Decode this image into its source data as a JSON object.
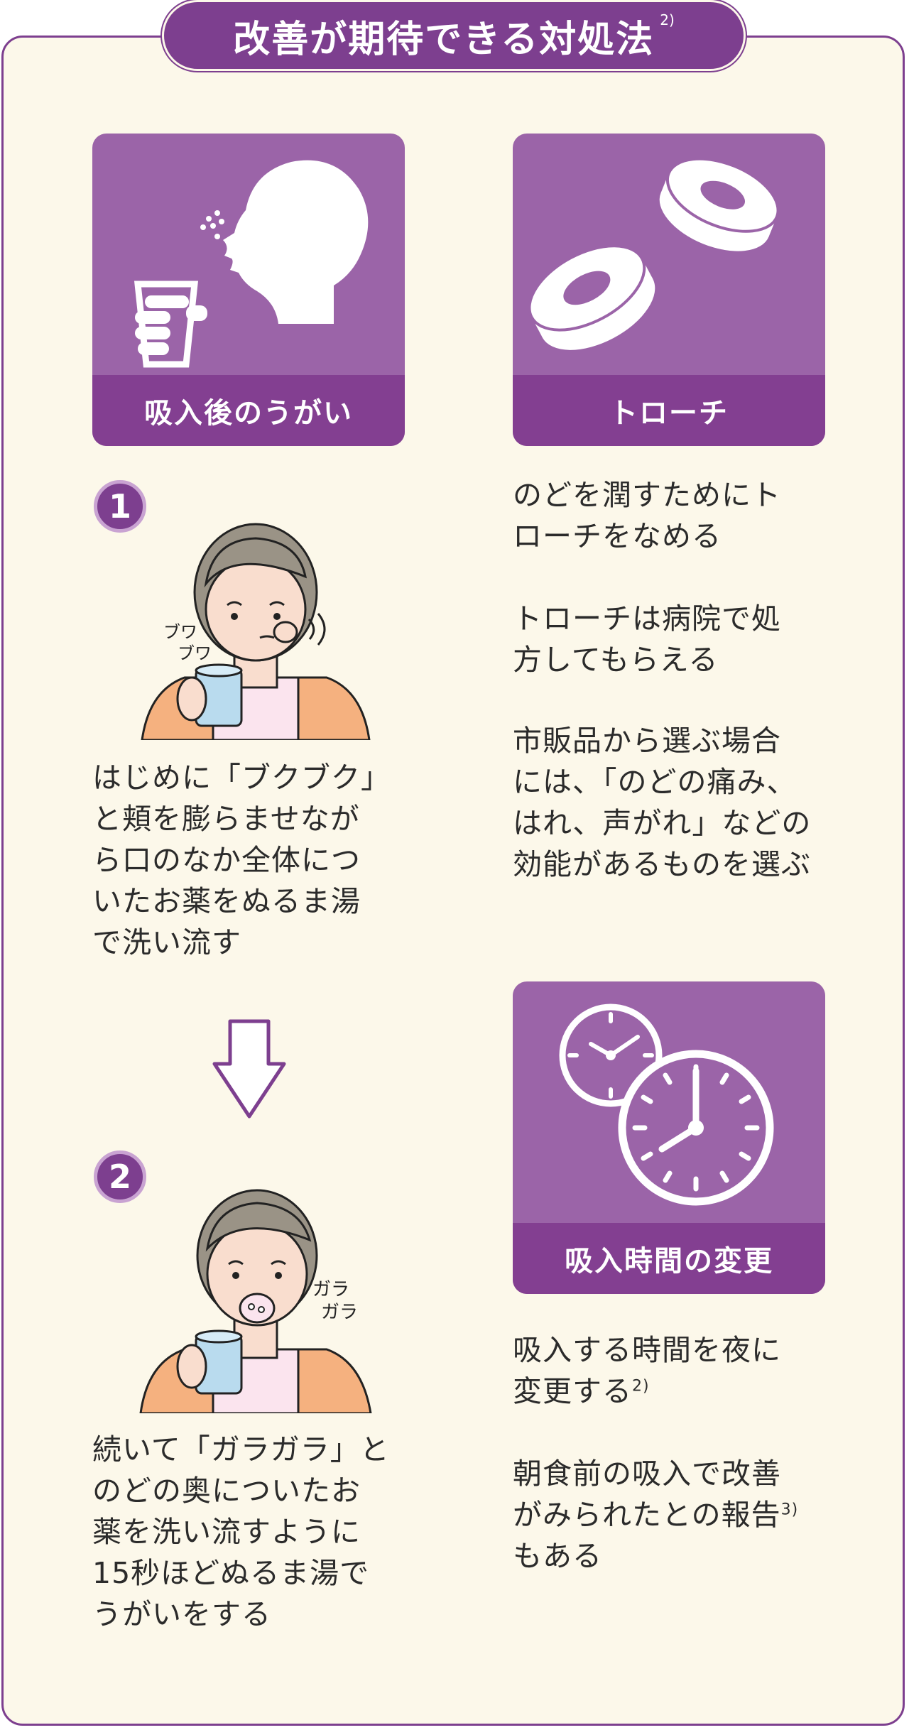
{
  "header": {
    "title": "改善が期待できる対処法",
    "title_ref": "2)"
  },
  "gargle": {
    "card_label": "吸入後のうがい",
    "step1": {
      "number": "1",
      "sfx": [
        "ブワ",
        "ブワ"
      ],
      "text_lines": [
        "はじめに「ブクブク」",
        "と頬を膨らませなが",
        "ら口のなか全体につ",
        "いたお薬をぬるま湯",
        "で洗い流す"
      ]
    },
    "step2": {
      "number": "2",
      "sfx": [
        "ガラ",
        "ガラ"
      ],
      "text_lines": [
        "続いて「ガラガラ」と",
        "のどの奥についたお",
        "薬を洗い流すように",
        "15秒ほどぬるま湯で",
        "うがいをする"
      ]
    }
  },
  "lozenge": {
    "card_label": "トローチ",
    "paragraphs": [
      [
        "のどを潤すためにト",
        "ローチをなめる"
      ],
      [
        "トローチは病院で処",
        "方してもらえる"
      ],
      [
        "市販品から選ぶ場合",
        "には、「のどの痛み、",
        "はれ、声がれ」などの",
        "効能があるものを選ぶ"
      ]
    ]
  },
  "timing": {
    "card_label": "吸入時間の変更",
    "p1": {
      "line1": "吸入する時間を夜に",
      "line2": "変更する",
      "ref": "2)"
    },
    "p2": {
      "line1": "朝食前の吸入で改善",
      "line2": "がみられたとの報告",
      "ref": "3)",
      "line3": "もある"
    }
  },
  "colors": {
    "purple_dark": "#7d3f8f",
    "purple_card": "#9b64a8",
    "background": "#fcf8ea"
  }
}
